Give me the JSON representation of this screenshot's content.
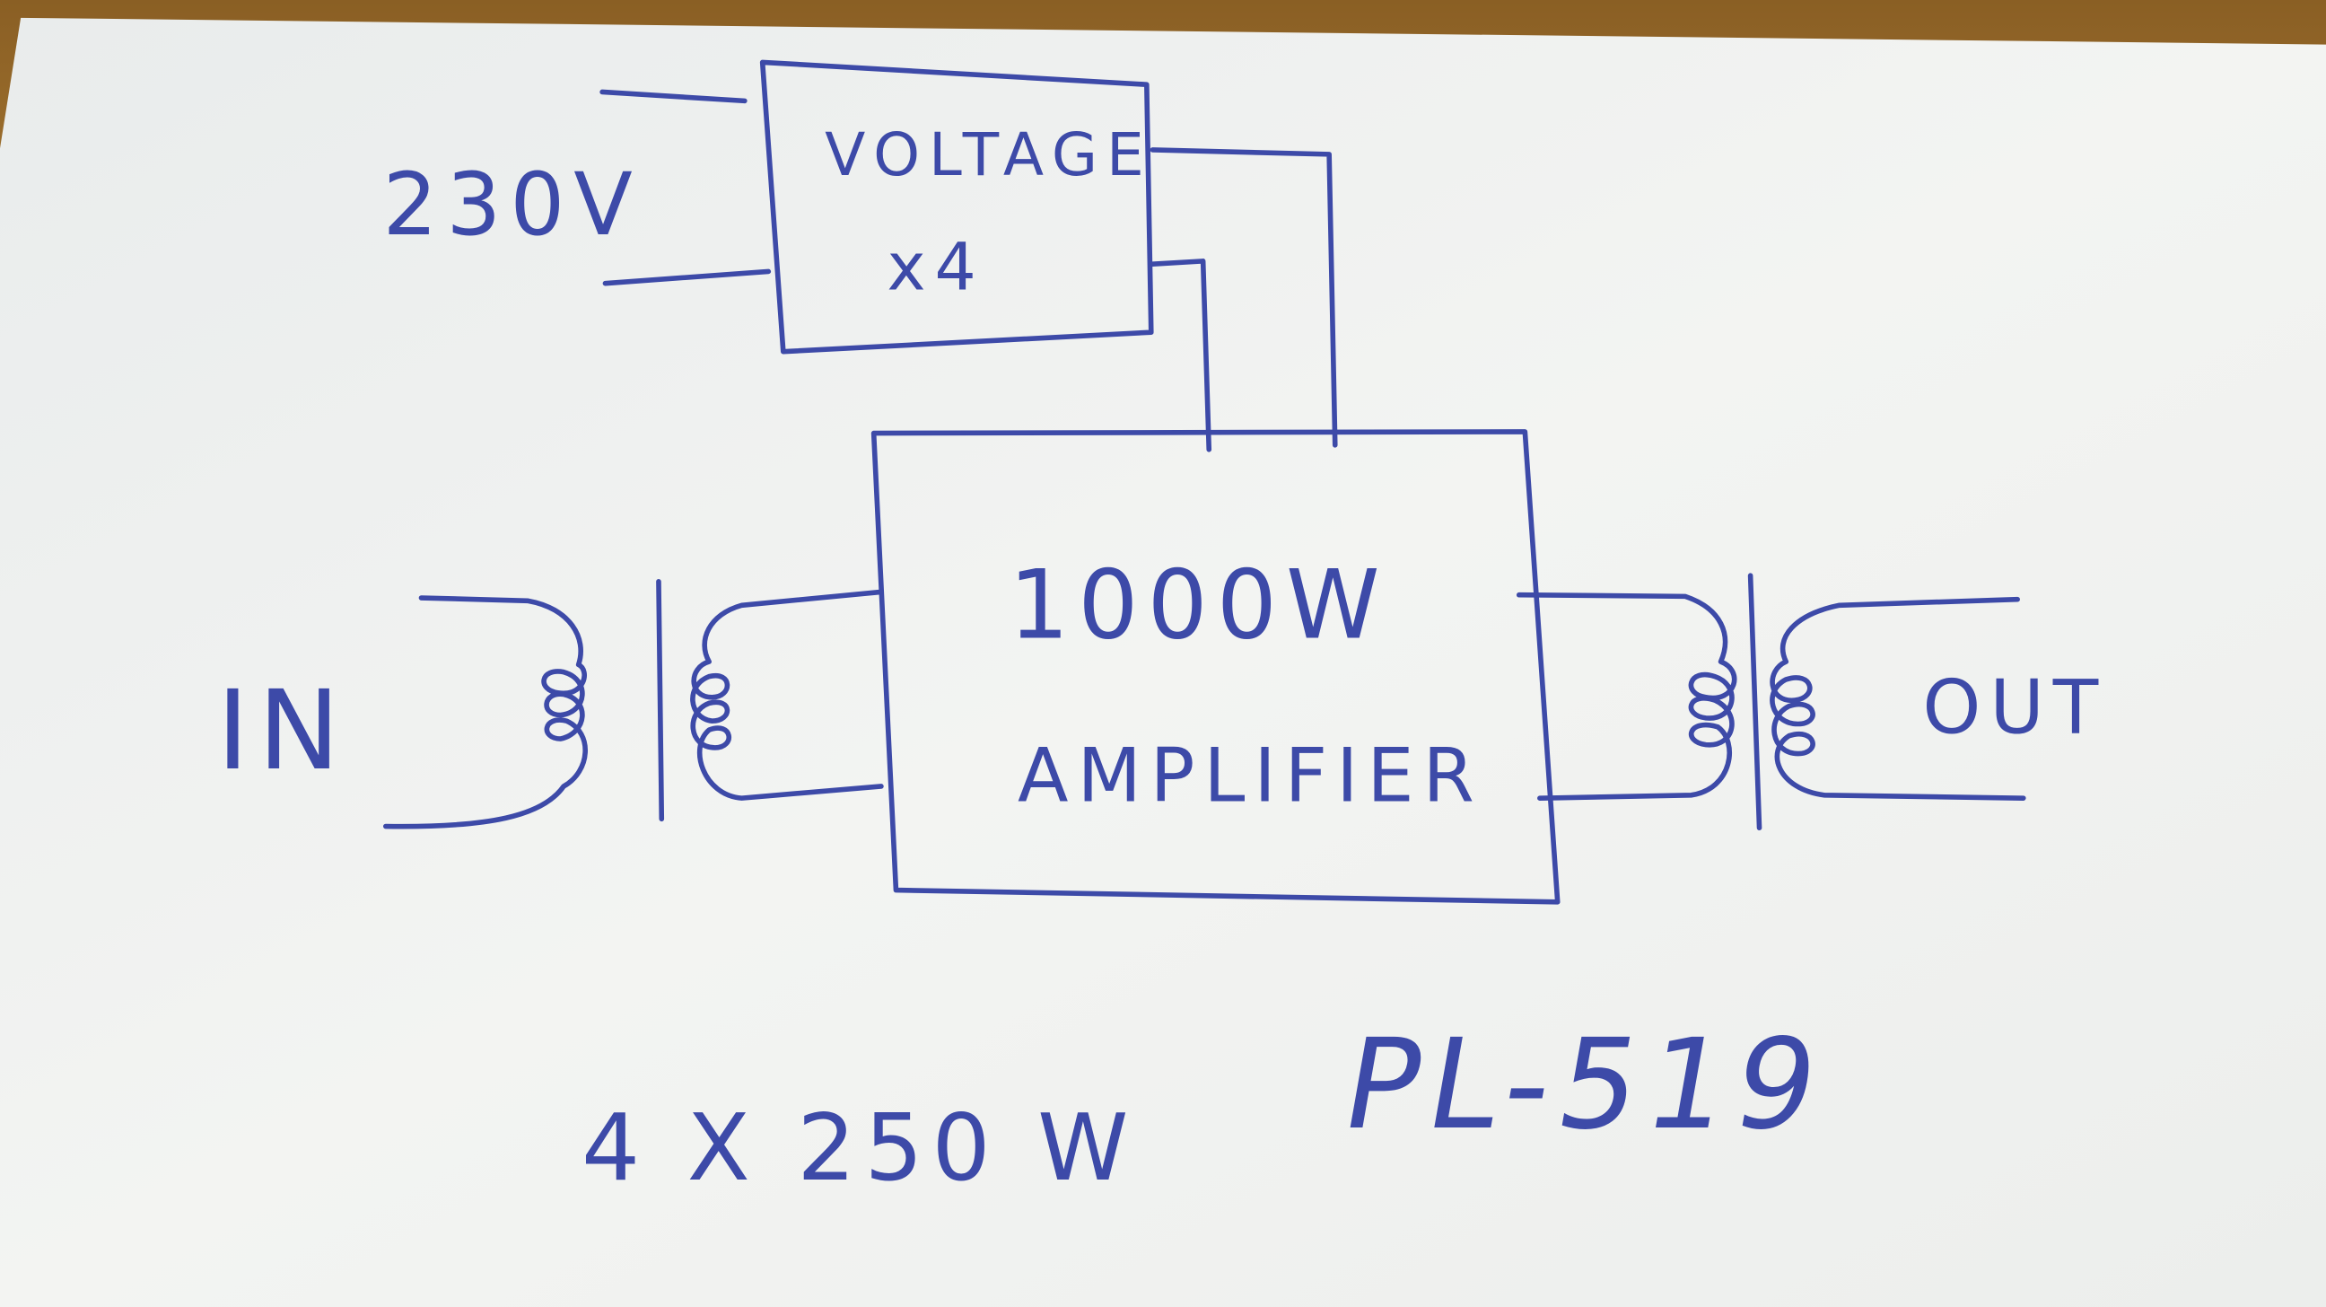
{
  "input_voltage": "230V",
  "multiplier": {
    "line1": "VOLTAGE",
    "line2": "x4"
  },
  "amplifier": {
    "line1": "1000W",
    "line2": "AMPLIFIER"
  },
  "input_label": "IN",
  "output_label": "OUT",
  "tube_count": "4 X 250 W",
  "connector": "PL-519",
  "colors": {
    "ink": "#3d4aa8",
    "paper": "#eef0ee",
    "desk": "#b98a3e"
  }
}
